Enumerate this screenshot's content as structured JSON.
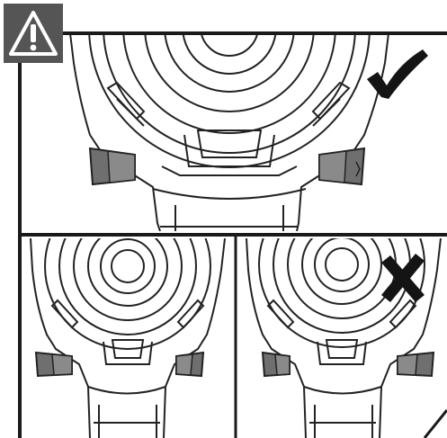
{
  "colors": {
    "warning_bg": "#555555",
    "warning_fg": "#ffffff",
    "frame": "#1a1a1a",
    "line": "#222222",
    "button_fill": "#6f6f6f",
    "mark": "#141414",
    "paper": "#ffffff"
  },
  "icons": {
    "warning": "warning-triangle-icon",
    "correct": "checkmark-icon",
    "incorrect": "cross-icon"
  },
  "panels": [
    {
      "name": "correct-orientation",
      "verdict": "correct"
    },
    {
      "name": "incorrect-left",
      "verdict": "none"
    },
    {
      "name": "incorrect-right",
      "verdict": "incorrect"
    }
  ]
}
